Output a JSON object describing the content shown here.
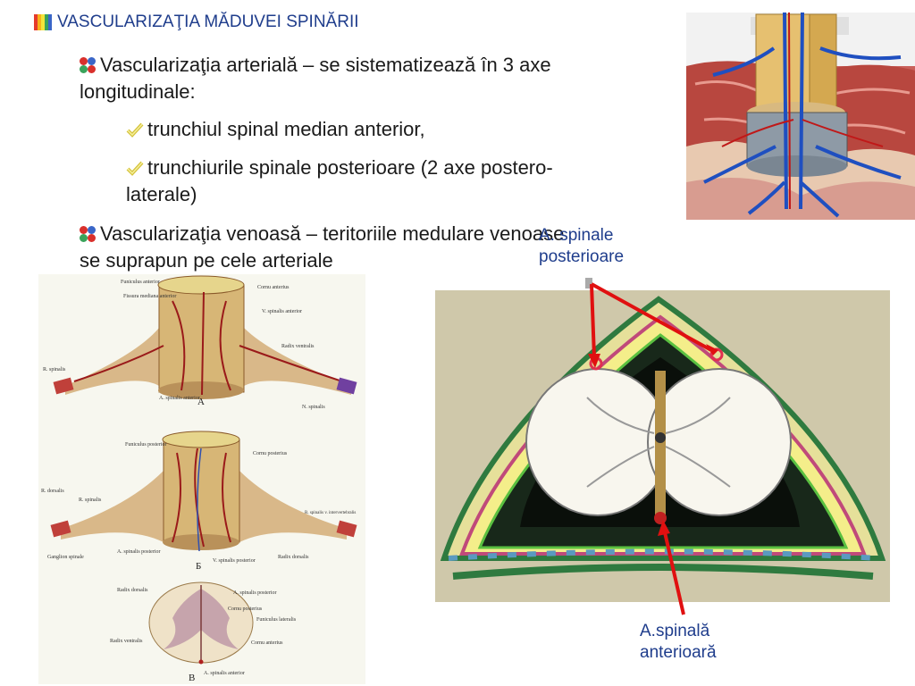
{
  "title": "VASCULARIZAŢIA MĂDUVEI SPINĂRII",
  "bullets": [
    {
      "text": "Vascularizaţia arterială – se sistematizează în 3 axe longitudinale:",
      "line1": "Vascularizaţia arterială – se sistematizează în 3 axe",
      "line2": "longitudinale:"
    },
    {
      "text": "trunchiul spinal median anterior,"
    },
    {
      "line1": "trunchiurile spinale posterioare (2 axe postero-",
      "line2": "laterale)"
    },
    {
      "line1": "Vascularizaţia venoasă – teritoriile medulare venoase",
      "line2": "se suprapun pe cele arteriale"
    }
  ],
  "callouts": {
    "posterior_line1": "A. spinale",
    "posterior_line2": "posterioare",
    "anterior_line1": "A.spinală",
    "anterior_line2": "anterioară"
  },
  "plate_labels": {
    "a_funiculus_ant": "Funiculus anterior",
    "a_fissura": "Fissura mediana anterior",
    "a_cornu_ant": "Cornu anterius",
    "a_v_spinalis": "V. spinalis anterior",
    "a_radix_ventralis": "Radix ventralis",
    "a_r_spinalis": "R. spinalis",
    "a_a_spinalis_ant": "A. spinalis anterior",
    "a_n_spinalis": "N. spinalis",
    "a_letter": "A",
    "b_funiculus_post": "Funiculus posterior",
    "b_cornu_post": "Cornu posterius",
    "b_r_dorsalis": "R. dorsalis",
    "b_r_spinalis": "R. spinalis",
    "b_r_intervert": "R. spinalis v. intervertebralis",
    "b_ganglion": "Ganglion spinale",
    "b_a_spinalis_post": "A. spinalis posterior",
    "b_v_spinalis_post": "V. spinalis posterior",
    "b_radix_dorsalis": "Radix dorsalis",
    "b_letter": "Б",
    "c_radix_dorsalis": "Radix dorsalis",
    "c_a_spinalis_post": "A. spinalis posterior",
    "c_cornu_post": "Cornu posterius",
    "c_funiculus_lat": "Funiculus lateralis",
    "c_radix_ventralis": "Radix ventralis",
    "c_cornu_ant": "Cornu anterius",
    "c_a_spinalis_ant": "A. spinalis anterior",
    "c_letter": "B"
  },
  "colors": {
    "title": "#1f3d8c",
    "callout": "#1f3d8c",
    "arrow": "#e01010"
  }
}
